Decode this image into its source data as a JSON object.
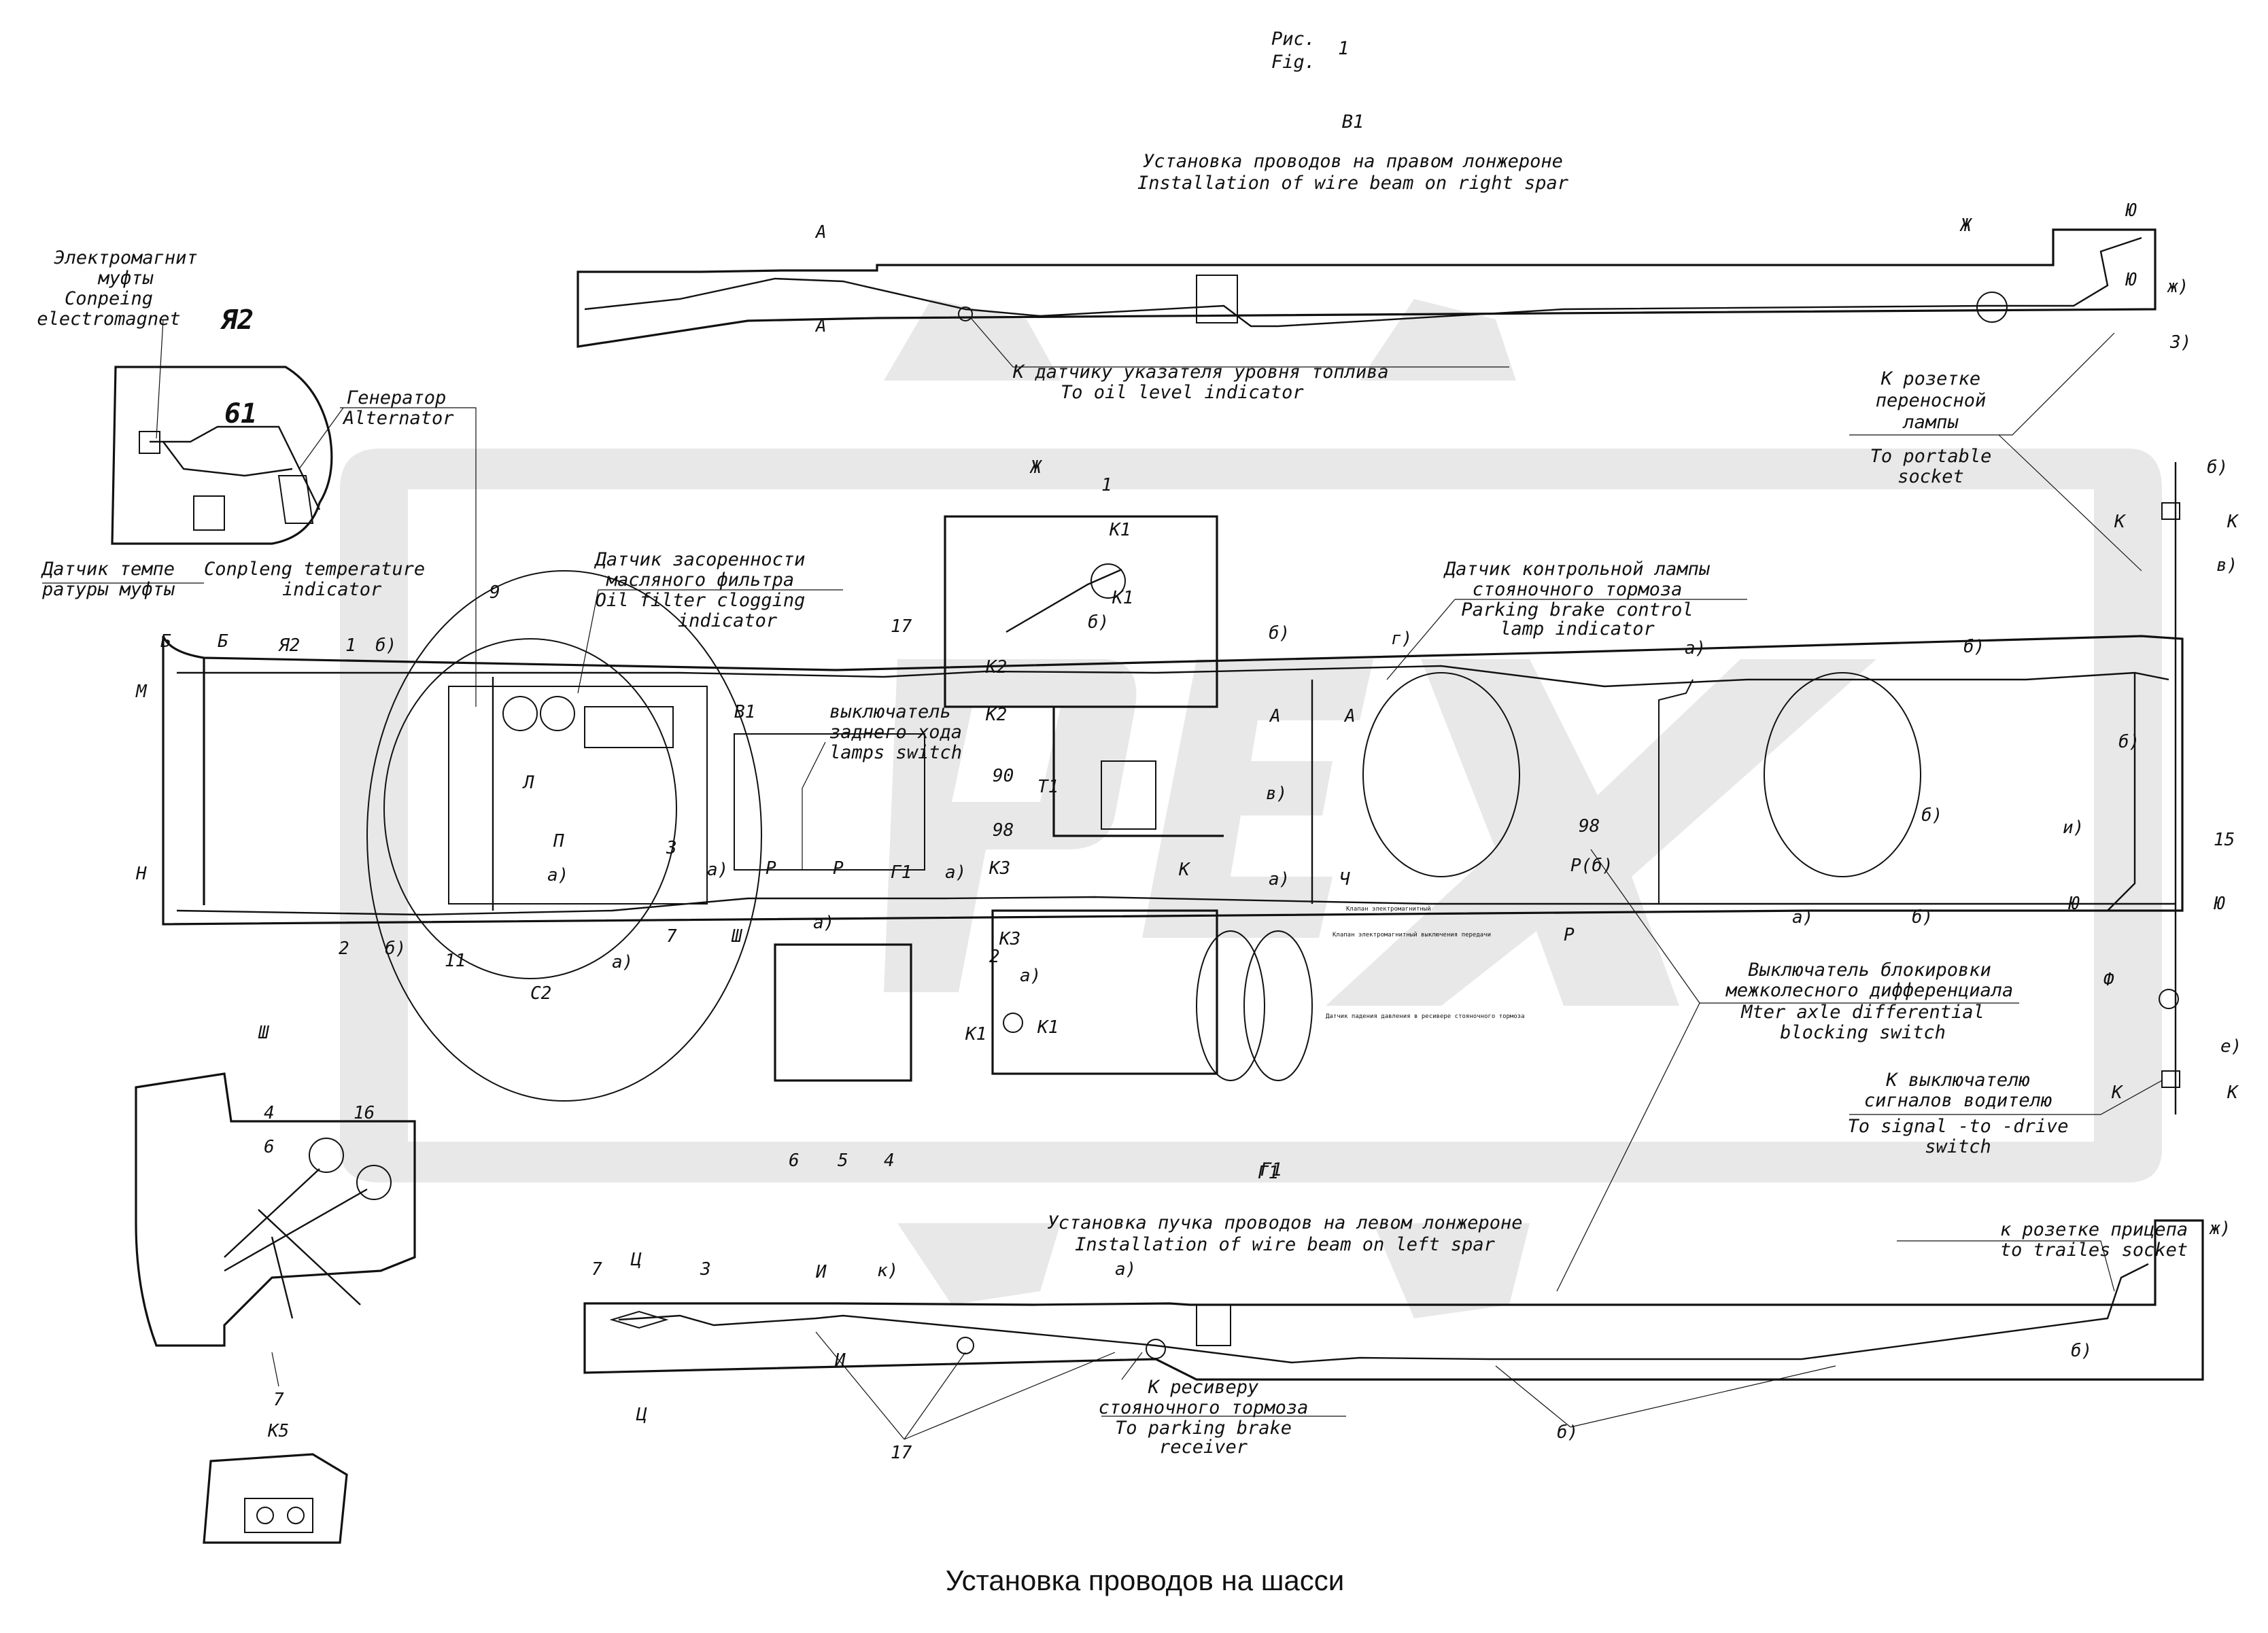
{
  "figure": {
    "label_ru": "Рис.",
    "label_en": "Fig.",
    "number": "1"
  },
  "views": {
    "right_spar": {
      "id": "В1",
      "title_ru": "Установка проводов на правом лонжероне",
      "title_en": "Installation of wire beam on right spar"
    },
    "left_spar": {
      "id": "Г1",
      "title_ru": "Установка пучка проводов на левом лонжероне",
      "title_en": "Installation of wire beam on left spar"
    }
  },
  "callouts": {
    "clutch_magnet": {
      "ru_1": "Электромагнит",
      "ru_2": "муфты",
      "en_1": "Conpeing",
      "en_2": "electromagnet"
    },
    "generator": {
      "ru": "Генератор",
      "en": "Alternator"
    },
    "clutch_temp": {
      "ru_1": "Датчик темпе",
      "ru_2": "ратуры муфты",
      "en_1": "Conpleng temperature",
      "en_2": "indicator"
    },
    "oil_filter": {
      "ru_1": "Датчик засоренности",
      "ru_2": "масляного фильтра",
      "en_1": "Oil filter clogging",
      "en_2": "indicator"
    },
    "reverse_switch": {
      "ru_1": "выключатель",
      "ru_2": "заднего хода",
      "en": "lamps switch"
    },
    "parking_lamp": {
      "ru_1": "Датчик контрольной лампы",
      "ru_2": "стояночного тормоза",
      "en_1": "Parking brake control",
      "en_2": "lamp indicator"
    },
    "fuel_level": {
      "ru": "К датчику указателя уровня топлива",
      "en": "To oil level indicator"
    },
    "portable_socket": {
      "ru_1": "К розетке",
      "ru_2": "переносной",
      "ru_3": "лампы",
      "en_1": "To portable",
      "en_2": "socket"
    },
    "diff_lock": {
      "ru_1": "Выключатель блокировки",
      "ru_2": "межколесного дифференциала",
      "en_1": "Mter axle differential",
      "en_2": "blocking switch"
    },
    "signal_switch": {
      "ru_1": "К выключателю",
      "ru_2": "сигналов водителю",
      "en_1": "To signal -to -drive",
      "en_2": "switch"
    },
    "trailer_socket": {
      "ru": "к розетке прицепа",
      "en": "to trailes socket"
    },
    "brake_receiver": {
      "ru_1": "К ресиверу",
      "ru_2": "стояночного тормоза",
      "en_1": "To parking brake",
      "en_2": "receiver"
    }
  },
  "tiny_labels": {
    "valve_1": "Клапан электромагнитный",
    "valve_2": "Клапан электромагнитный выключения передачи",
    "pressure_sensor": "Датчик падения давления в ресивере стояночного тормоза"
  },
  "marks": {
    "n61": "61",
    "ya2": "Я2",
    "ya2b": "Я2",
    "sh": "Ш",
    "k5": "К5",
    "c2": "С2",
    "b_top": "Б",
    "b_top2": "Б",
    "m": "М",
    "n": "Н",
    "n1": "1",
    "n2": "2",
    "n3": "3",
    "n4": "4",
    "n5": "5",
    "n6": "6",
    "n7": "7",
    "n9": "9",
    "n11": "11",
    "n15": "15",
    "n16": "16",
    "n17": "17",
    "n90": "90",
    "n98": "98",
    "n98b": "98",
    "a_cap": "А",
    "a_low": "а)",
    "b_low": "б)",
    "v_low": "в)",
    "g_low": "г)",
    "e_low": "е)",
    "zh_low": "ж)",
    "i_low": "и)",
    "k_low": "к)",
    "z_low": "З)",
    "zh": "Ж",
    "yu": "Ю",
    "k": "К",
    "k1": "К1",
    "k2": "К2",
    "k3": "К3",
    "t1": "Т1",
    "p": "Р",
    "p6": "Р(б)",
    "f": "Ф",
    "ch": "Ч",
    "i": "И",
    "ts": "Ц",
    "g1": "Г1",
    "v1": "В1",
    "l": "Л",
    "pp": "П"
  },
  "caption": "Установка проводов на шасси"
}
